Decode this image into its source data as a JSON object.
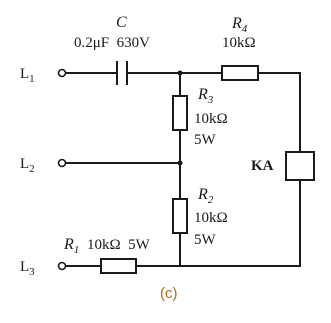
{
  "terminals": {
    "l1": {
      "main": "L",
      "sub": "1"
    },
    "l2": {
      "main": "L",
      "sub": "2"
    },
    "l3": {
      "main": "L",
      "sub": "3"
    }
  },
  "capacitor": {
    "symbol": "C",
    "rating": "0.2μF  630V"
  },
  "r4": {
    "symbol": "R",
    "sub": "4",
    "value": "10kΩ"
  },
  "r3": {
    "symbol": "R",
    "sub": "3",
    "value": "10kΩ",
    "power": "5W"
  },
  "r2": {
    "symbol": "R",
    "sub": "2",
    "value": "10kΩ",
    "power": "5W"
  },
  "r1": {
    "symbol": "R",
    "sub": "1",
    "value_power": "10kΩ  5W"
  },
  "relay": {
    "label": "KA"
  },
  "caption": "(c)"
}
